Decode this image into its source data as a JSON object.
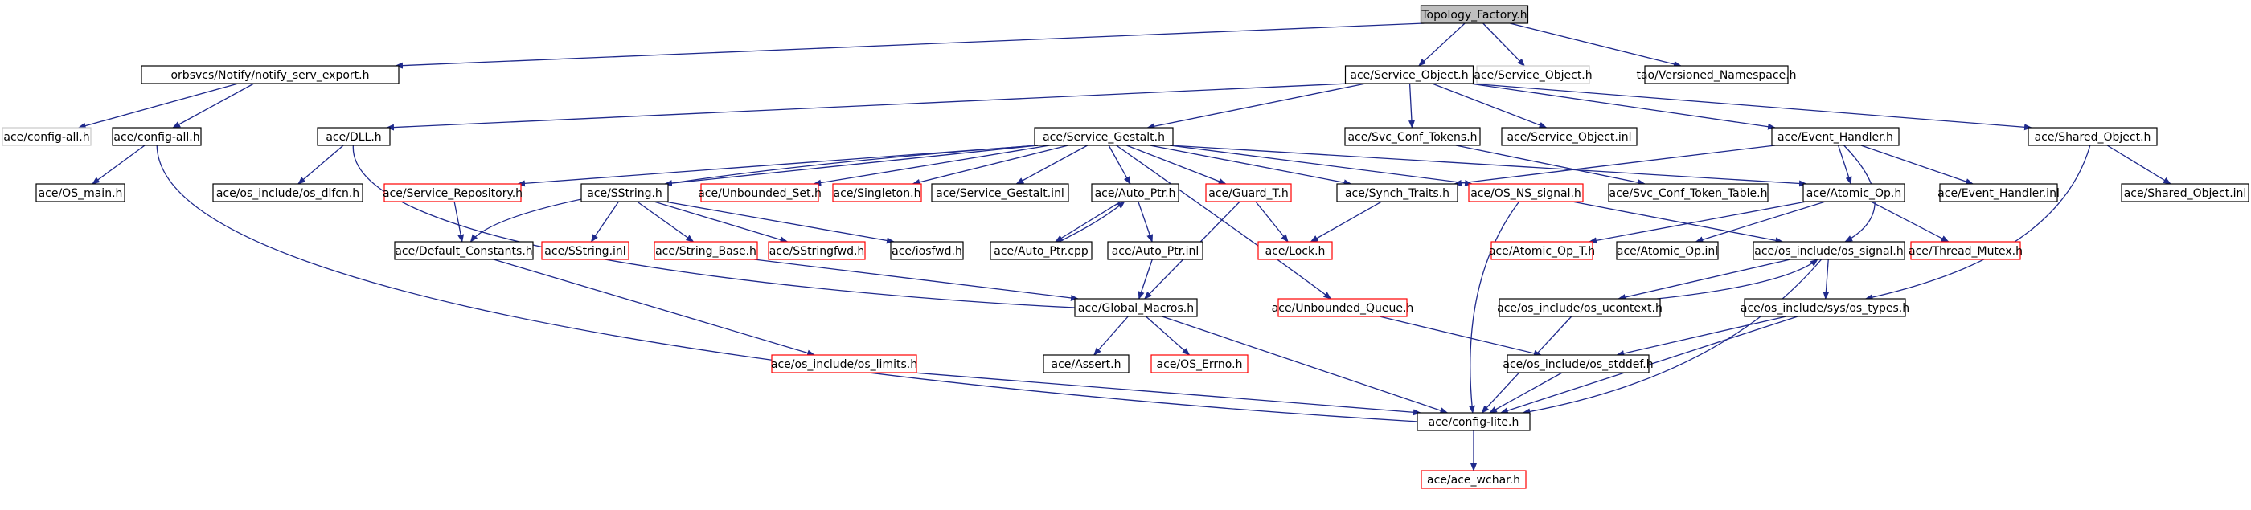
{
  "colors": {
    "edge": "#1f2a8c",
    "node_border": "#000000",
    "node_border_external": "#ff0000",
    "node_border_missing": "#c8c8c8",
    "node_fill": "#ffffff",
    "root_fill": "#bfbfbf",
    "text": "#000000"
  },
  "nodes": [
    {
      "id": "root",
      "label": "Topology_Factory.h",
      "kind": "root"
    },
    {
      "id": "notify_export",
      "label": "orbsvcs/Notify/notify_serv_export.h",
      "kind": "normal"
    },
    {
      "id": "svc_obj",
      "label": "ace/Service_Object.h",
      "kind": "normal"
    },
    {
      "id": "svc_obj_plain",
      "label": "ace/Service_Object.h",
      "kind": "missing"
    },
    {
      "id": "versioned_ns",
      "label": "tao/Versioned_Namespace.h",
      "kind": "normal"
    },
    {
      "id": "config_all_missing",
      "label": "ace/config-all.h",
      "kind": "missing"
    },
    {
      "id": "config_all",
      "label": "ace/config-all.h",
      "kind": "normal"
    },
    {
      "id": "os_main",
      "label": "ace/OS_main.h",
      "kind": "normal"
    },
    {
      "id": "dll",
      "label": "ace/DLL.h",
      "kind": "normal"
    },
    {
      "id": "os_dlfcn",
      "label": "ace/os_include/os_dlfcn.h",
      "kind": "normal"
    },
    {
      "id": "svc_gestalt",
      "label": "ace/Service_Gestalt.h",
      "kind": "normal"
    },
    {
      "id": "svc_conf_tokens",
      "label": "ace/Svc_Conf_Tokens.h",
      "kind": "normal"
    },
    {
      "id": "svc_obj_inl",
      "label": "ace/Service_Object.inl",
      "kind": "normal"
    },
    {
      "id": "event_handler",
      "label": "ace/Event_Handler.h",
      "kind": "normal"
    },
    {
      "id": "shared_obj",
      "label": "ace/Shared_Object.h",
      "kind": "normal"
    },
    {
      "id": "svc_repo",
      "label": "ace/Service_Repository.h",
      "kind": "external"
    },
    {
      "id": "sstring",
      "label": "ace/SString.h",
      "kind": "normal"
    },
    {
      "id": "unbounded_set",
      "label": "ace/Unbounded_Set.h",
      "kind": "external"
    },
    {
      "id": "singleton",
      "label": "ace/Singleton.h",
      "kind": "external"
    },
    {
      "id": "svc_gestalt_inl",
      "label": "ace/Service_Gestalt.inl",
      "kind": "normal"
    },
    {
      "id": "auto_ptr",
      "label": "ace/Auto_Ptr.h",
      "kind": "normal"
    },
    {
      "id": "guard_t",
      "label": "ace/Guard_T.h",
      "kind": "external"
    },
    {
      "id": "synch_traits",
      "label": "ace/Synch_Traits.h",
      "kind": "normal"
    },
    {
      "id": "os_ns_signal",
      "label": "ace/OS_NS_signal.h",
      "kind": "external"
    },
    {
      "id": "svc_conf_token_table",
      "label": "ace/Svc_Conf_Token_Table.h",
      "kind": "normal"
    },
    {
      "id": "atomic_op",
      "label": "ace/Atomic_Op.h",
      "kind": "normal"
    },
    {
      "id": "event_handler_inl",
      "label": "ace/Event_Handler.inl",
      "kind": "normal"
    },
    {
      "id": "shared_obj_inl",
      "label": "ace/Shared_Object.inl",
      "kind": "normal"
    },
    {
      "id": "default_constants",
      "label": "ace/Default_Constants.h",
      "kind": "normal"
    },
    {
      "id": "sstring_inl",
      "label": "ace/SString.inl",
      "kind": "external"
    },
    {
      "id": "string_base",
      "label": "ace/String_Base.h",
      "kind": "external"
    },
    {
      "id": "sstringfwd",
      "label": "ace/SStringfwd.h",
      "kind": "external"
    },
    {
      "id": "iosfwd",
      "label": "ace/iosfwd.h",
      "kind": "normal"
    },
    {
      "id": "auto_ptr_cpp",
      "label": "ace/Auto_Ptr.cpp",
      "kind": "normal"
    },
    {
      "id": "auto_ptr_inl",
      "label": "ace/Auto_Ptr.inl",
      "kind": "normal"
    },
    {
      "id": "lock",
      "label": "ace/Lock.h",
      "kind": "external"
    },
    {
      "id": "atomic_op_t",
      "label": "ace/Atomic_Op_T.h",
      "kind": "external"
    },
    {
      "id": "atomic_op_inl",
      "label": "ace/Atomic_Op.inl",
      "kind": "normal"
    },
    {
      "id": "os_signal",
      "label": "ace/os_include/os_signal.h",
      "kind": "normal"
    },
    {
      "id": "thread_mutex",
      "label": "ace/Thread_Mutex.h",
      "kind": "external"
    },
    {
      "id": "global_macros",
      "label": "ace/Global_Macros.h",
      "kind": "normal"
    },
    {
      "id": "unbounded_queue",
      "label": "ace/Unbounded_Queue.h",
      "kind": "external"
    },
    {
      "id": "os_ucontext",
      "label": "ace/os_include/os_ucontext.h",
      "kind": "normal"
    },
    {
      "id": "sys_os_types",
      "label": "ace/os_include/sys/os_types.h",
      "kind": "normal"
    },
    {
      "id": "os_limits",
      "label": "ace/os_include/os_limits.h",
      "kind": "external"
    },
    {
      "id": "assert",
      "label": "ace/Assert.h",
      "kind": "normal"
    },
    {
      "id": "os_errno",
      "label": "ace/OS_Errno.h",
      "kind": "external"
    },
    {
      "id": "os_stddef",
      "label": "ace/os_include/os_stddef.h",
      "kind": "normal"
    },
    {
      "id": "config_lite",
      "label": "ace/config-lite.h",
      "kind": "normal"
    },
    {
      "id": "ace_wchar",
      "label": "ace/ace_wchar.h",
      "kind": "external"
    }
  ],
  "edges": [
    [
      "root",
      "notify_export"
    ],
    [
      "root",
      "svc_obj"
    ],
    [
      "root",
      "svc_obj_plain"
    ],
    [
      "root",
      "versioned_ns"
    ],
    [
      "notify_export",
      "config_all_missing"
    ],
    [
      "notify_export",
      "config_all"
    ],
    [
      "config_all",
      "os_main"
    ],
    [
      "config_all",
      "config_lite"
    ],
    [
      "svc_obj",
      "dll"
    ],
    [
      "svc_obj",
      "svc_gestalt"
    ],
    [
      "svc_obj",
      "svc_conf_tokens"
    ],
    [
      "svc_obj",
      "svc_obj_inl"
    ],
    [
      "svc_obj",
      "event_handler"
    ],
    [
      "svc_obj",
      "shared_obj"
    ],
    [
      "dll",
      "os_dlfcn"
    ],
    [
      "dll",
      "global_macros"
    ],
    [
      "svc_gestalt",
      "svc_repo"
    ],
    [
      "svc_gestalt",
      "sstring"
    ],
    [
      "svc_gestalt",
      "unbounded_set"
    ],
    [
      "svc_gestalt",
      "singleton"
    ],
    [
      "svc_gestalt",
      "svc_gestalt_inl"
    ],
    [
      "svc_gestalt",
      "auto_ptr"
    ],
    [
      "svc_gestalt",
      "guard_t"
    ],
    [
      "svc_gestalt",
      "synch_traits"
    ],
    [
      "svc_gestalt",
      "os_ns_signal"
    ],
    [
      "svc_gestalt",
      "atomic_op"
    ],
    [
      "svc_gestalt",
      "default_constants"
    ],
    [
      "svc_gestalt",
      "unbounded_queue"
    ],
    [
      "svc_conf_tokens",
      "svc_conf_token_table"
    ],
    [
      "event_handler",
      "atomic_op"
    ],
    [
      "event_handler",
      "event_handler_inl"
    ],
    [
      "event_handler",
      "synch_traits"
    ],
    [
      "event_handler",
      "os_signal"
    ],
    [
      "shared_obj",
      "shared_obj_inl"
    ],
    [
      "shared_obj",
      "sys_os_types"
    ],
    [
      "svc_repo",
      "default_constants"
    ],
    [
      "sstring",
      "sstring_inl"
    ],
    [
      "sstring",
      "string_base"
    ],
    [
      "sstring",
      "sstringfwd"
    ],
    [
      "sstring",
      "iosfwd"
    ],
    [
      "auto_ptr",
      "auto_ptr_cpp"
    ],
    [
      "auto_ptr",
      "auto_ptr_inl"
    ],
    [
      "auto_ptr_cpp",
      "auto_ptr"
    ],
    [
      "guard_t",
      "lock"
    ],
    [
      "guard_t",
      "global_macros"
    ],
    [
      "synch_traits",
      "lock"
    ],
    [
      "os_ns_signal",
      "os_signal"
    ],
    [
      "os_ns_signal",
      "config_lite"
    ],
    [
      "atomic_op",
      "atomic_op_t"
    ],
    [
      "atomic_op",
      "atomic_op_inl"
    ],
    [
      "atomic_op",
      "thread_mutex"
    ],
    [
      "default_constants",
      "os_limits"
    ],
    [
      "string_base",
      "global_macros"
    ],
    [
      "auto_ptr_inl",
      "global_macros"
    ],
    [
      "os_signal",
      "sys_os_types"
    ],
    [
      "os_signal",
      "os_ucontext"
    ],
    [
      "os_signal",
      "config_lite"
    ],
    [
      "os_ucontext",
      "os_signal"
    ],
    [
      "os_ucontext",
      "config_lite"
    ],
    [
      "sys_os_types",
      "os_stddef"
    ],
    [
      "sys_os_types",
      "config_lite"
    ],
    [
      "global_macros",
      "assert"
    ],
    [
      "global_macros",
      "os_errno"
    ],
    [
      "global_macros",
      "config_lite"
    ],
    [
      "unbounded_queue",
      "os_stddef"
    ],
    [
      "os_limits",
      "config_lite"
    ],
    [
      "os_stddef",
      "config_lite"
    ],
    [
      "config_lite",
      "ace_wchar"
    ]
  ]
}
